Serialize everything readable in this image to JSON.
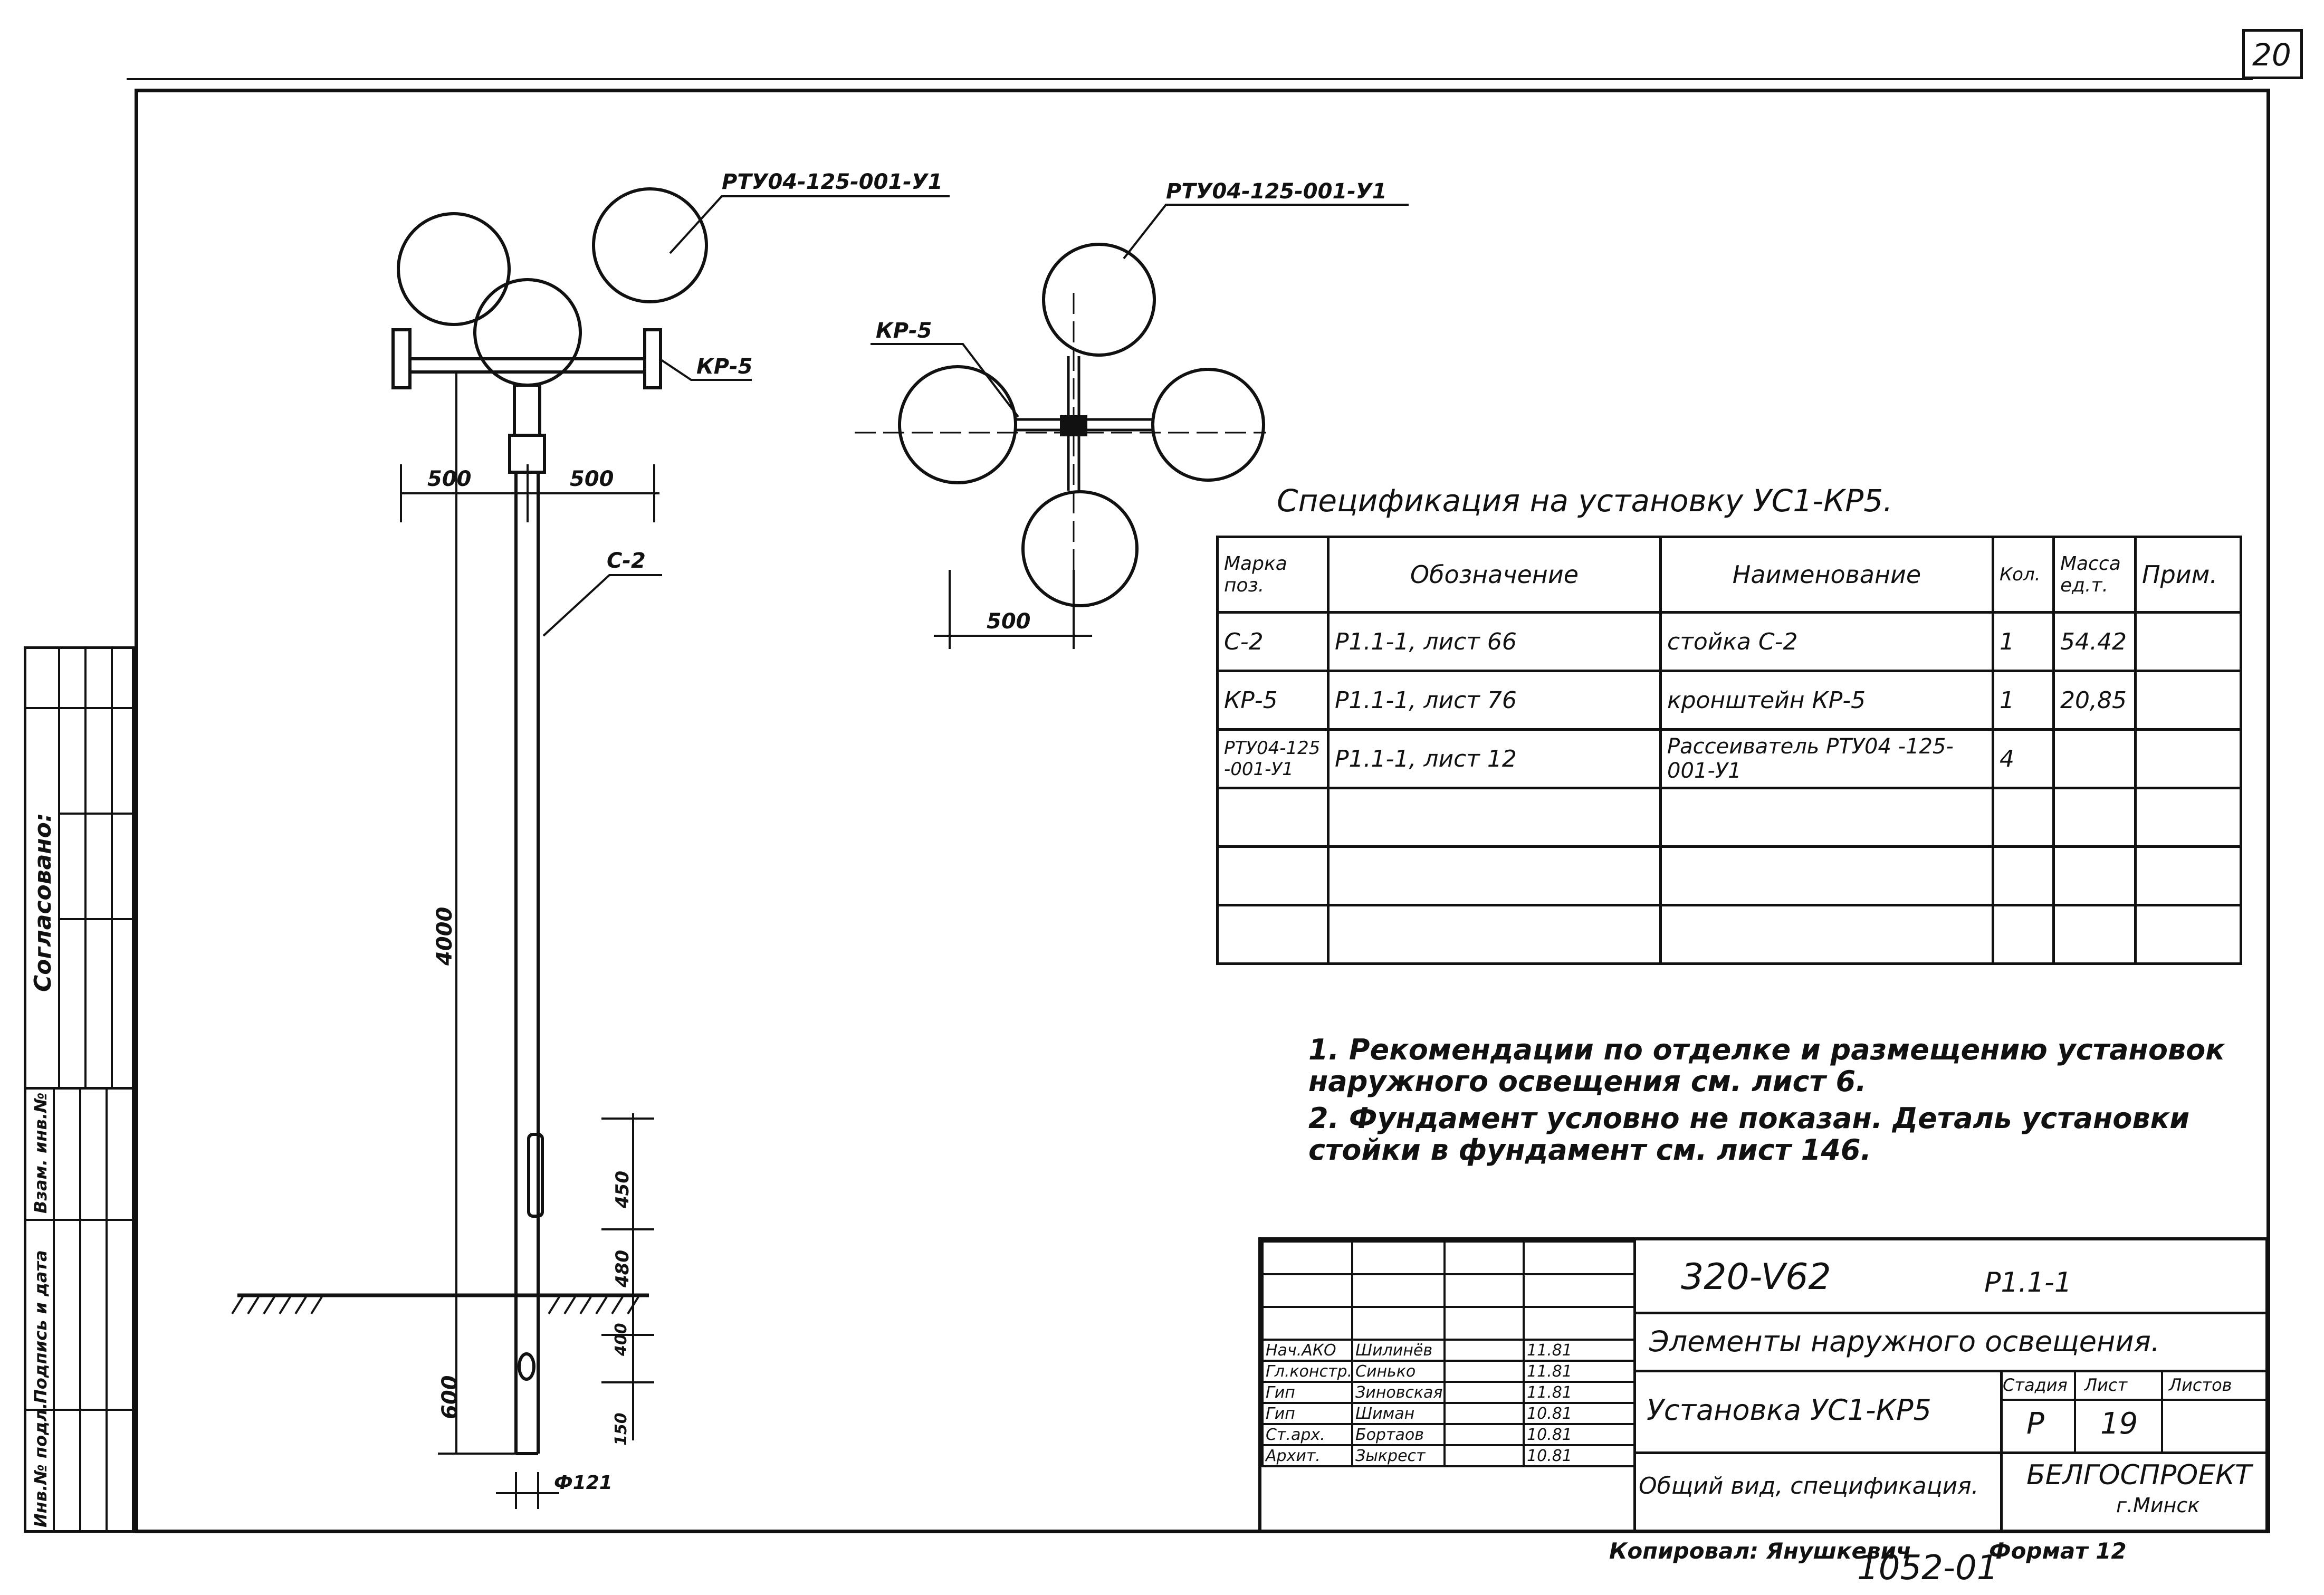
{
  "sheet_number": "20",
  "drawing": {
    "label_side_luminaire": "РТУ04-125-001-У1",
    "label_plan_luminaire": "РТУ04-125-001-У1",
    "label_bracket_side": "КР-5",
    "label_bracket_plan": "КР-5",
    "label_post": "С-2",
    "dim_left": "500",
    "dim_right": "500",
    "dim_plan": "500",
    "dim_height": "4000",
    "dim_450": "450",
    "dim_480": "480",
    "dim_600": "600",
    "dim_small_a": "400",
    "dim_small_b": "150",
    "dim_diameter": "Ф121"
  },
  "spec": {
    "title": "Спецификация на установку УС1-КР5.",
    "headers": [
      "Марка поз.",
      "Обозначение",
      "Наименование",
      "Кол.",
      "Масса ед.т.",
      "Прим."
    ],
    "rows": [
      [
        "С-2",
        "Р1.1-1, лист 66",
        "стойка   С-2",
        "1",
        "54.42",
        ""
      ],
      [
        "КР-5",
        "Р1.1-1, лист 76",
        "кронштейн КР-5",
        "1",
        "20,85",
        ""
      ],
      [
        "РТУ04-125 -001-У1",
        "Р1.1-1, лист 12",
        "Рассеиватель РТУ04 -125-001-У1",
        "4",
        "",
        ""
      ],
      [
        "",
        "",
        "",
        "",
        "",
        ""
      ],
      [
        "",
        "",
        "",
        "",
        "",
        ""
      ],
      [
        "",
        "",
        "",
        "",
        "",
        ""
      ]
    ]
  },
  "notes": [
    "1.  Рекомендации по отделке и размещению установок наружного освещения см. лист 6.",
    "2.  Фундамент условно не показан. Деталь установки стойки в фундамент см. лист 146."
  ],
  "side_stamp": {
    "agreed": "Согласовано:",
    "inv_podl": "Инв.№ подл.",
    "signature_date": "Подпись и дата",
    "inv_vzam": "Взам. инв.№"
  },
  "title_block": {
    "doc_code": "320-V62",
    "series": "Р1.1-1",
    "project_title": "Элементы наружного освещения.",
    "sheet_title": "Установка УС1-КР5",
    "sheet_subtitle": "Общий вид, спецификация.",
    "stage_label": "Стадия",
    "sheet_label": "Лист",
    "sheets_label": "Листов",
    "stage": "Р",
    "sheet": "19",
    "organization": "БЕЛГОСПРОЕКТ",
    "city": "г.Минск",
    "roles": [
      {
        "role": "Нач.АКО",
        "name": "Шилинёв",
        "date": "11.81"
      },
      {
        "role": "Гл.констр.",
        "name": "Синько",
        "date": "11.81"
      },
      {
        "role": "Гип",
        "name": "Зиновская",
        "date": "11.81"
      },
      {
        "role": "Гип",
        "name": "Шиман",
        "date": "10.81"
      },
      {
        "role": "Ст.арх.",
        "name": "Бортаов",
        "date": "10.81"
      },
      {
        "role": "Архит.",
        "name": "Зыкрест",
        "date": "10.81"
      }
    ]
  },
  "footer": {
    "copied": "Копировал: Янушкевич",
    "number": "1052-01",
    "format": "Формат 12"
  }
}
